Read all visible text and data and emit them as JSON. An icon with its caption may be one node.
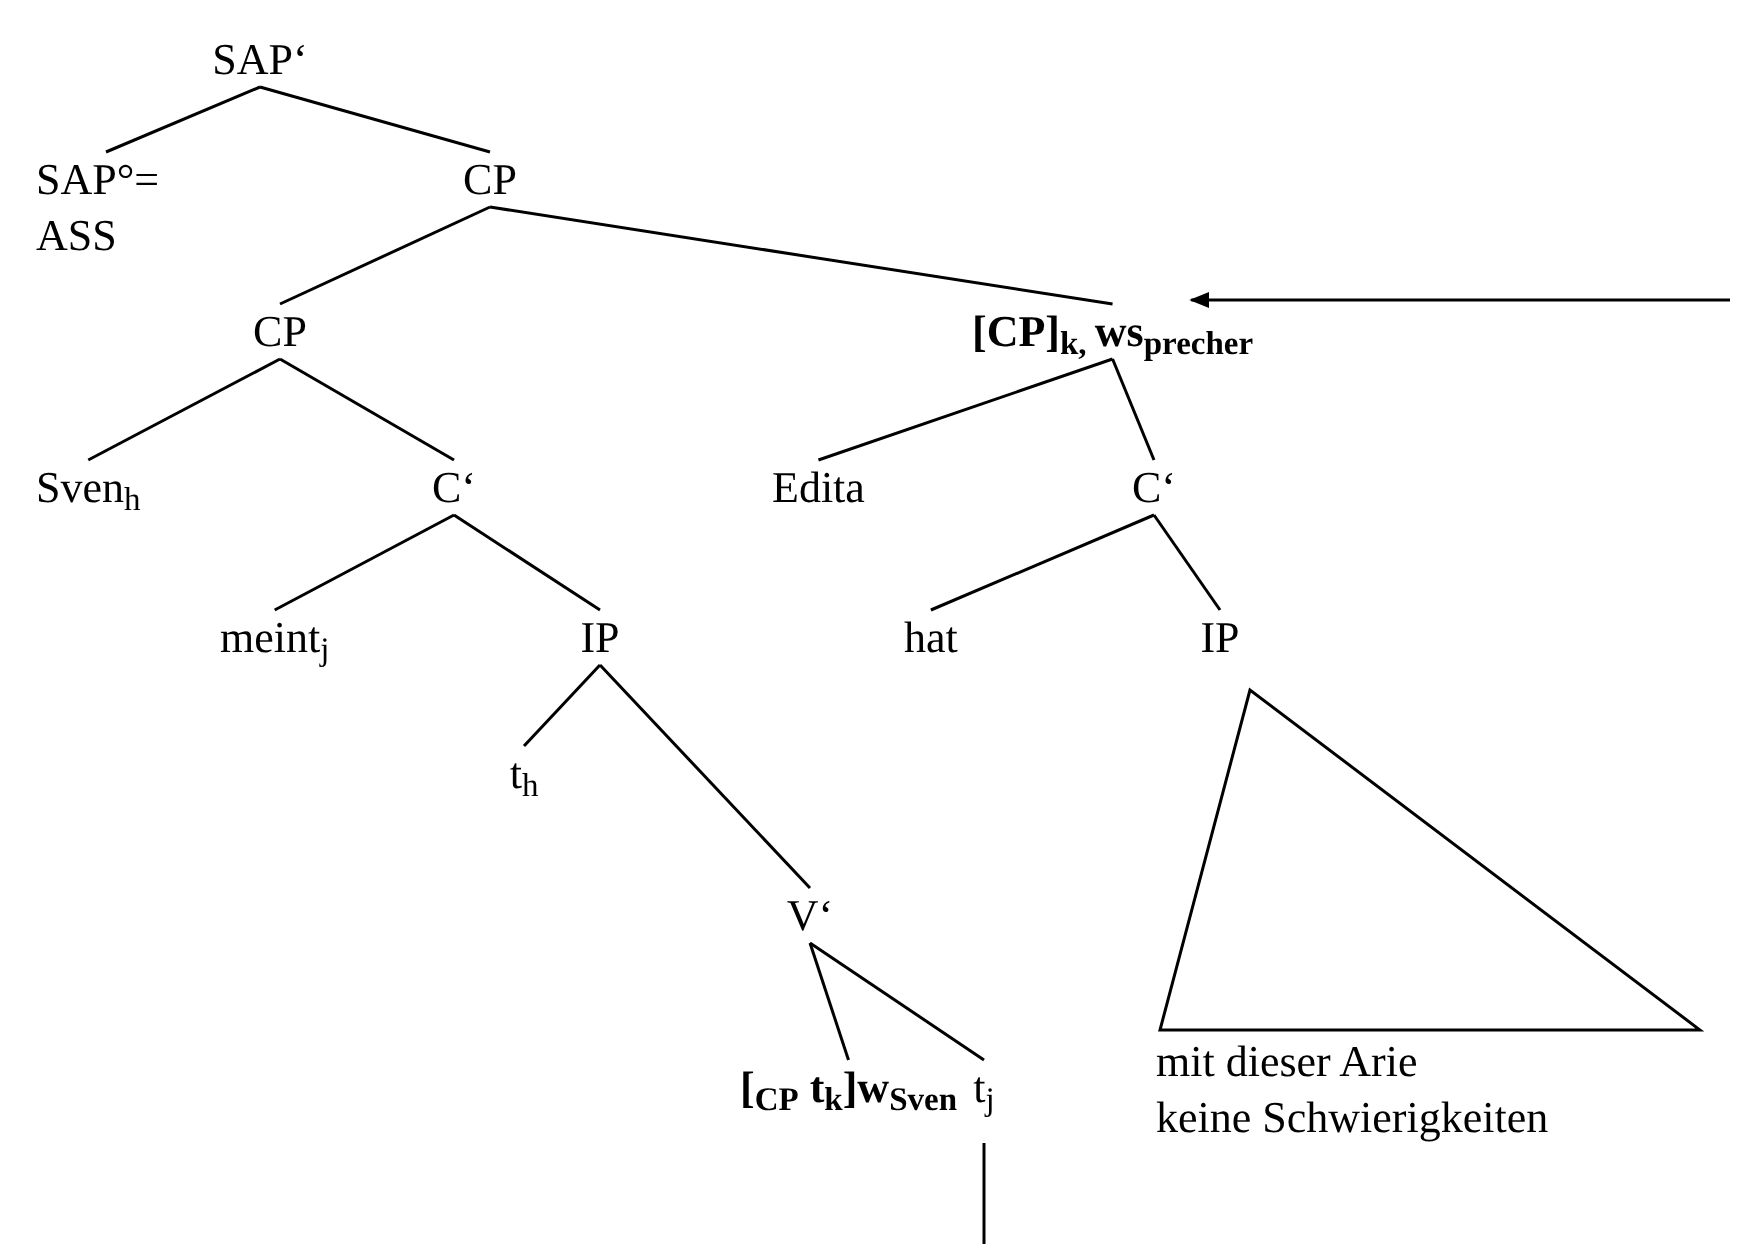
{
  "diagram": {
    "nodes": [
      {
        "text": [
          "SAP‘"
        ]
      },
      {
        "text": [
          "SAP°= ASS"
        ]
      },
      {
        "text": [
          "CP"
        ]
      },
      {
        "text": [
          "CP"
        ]
      },
      {
        "text": [
          "[CP]$_{k, }$ws$_{precher}$"
        ]
      },
      {
        "text": [
          "Sven$_{h}$"
        ]
      },
      {
        "text": [
          "C‘"
        ]
      },
      {
        "text": [
          "Edita"
        ]
      },
      {
        "text": [
          "C‘"
        ]
      },
      {
        "text": [
          "meint$_{j}$"
        ]
      },
      {
        "text": [
          "IP"
        ]
      },
      {
        "text": [
          "hat"
        ]
      },
      {
        "text": [
          "IP"
        ]
      },
      {
        "text": [
          "t$_{h}$"
        ]
      },
      {
        "text": [
          "V‘"
        ]
      },
      {
        "text": [
          "[$_{CP}$ t$_{k}$]w$_{Sven}$"
        ]
      },
      {
        "text": [
          "t$_{j}$"
        ]
      },
      {
        "text": [],
        "shape": "triangle",
        "beside": [
          "mit dieser Arie",
          "keine Schwierigkeiten"
        ]
      }
    ],
    "edges": [
      {
        "from": 0,
        "to": 1,
        "arrow": "none"
      },
      {
        "from": 0,
        "to": 2,
        "arrow": "none"
      },
      {
        "from": 2,
        "to": 3,
        "arrow": "none"
      },
      {
        "from": 2,
        "to": 4,
        "arrow": "none"
      },
      {
        "from": 3,
        "to": 5,
        "arrow": "none"
      },
      {
        "from": 3,
        "to": 6,
        "arrow": "none"
      },
      {
        "from": 4,
        "to": 7,
        "arrow": "none"
      },
      {
        "from": 4,
        "to": 8,
        "arrow": "none"
      },
      {
        "from": 6,
        "to": 9,
        "arrow": "none"
      },
      {
        "from": 6,
        "to": 10,
        "arrow": "none"
      },
      {
        "from": 8,
        "to": 11,
        "arrow": "none"
      },
      {
        "from": 8,
        "to": 12,
        "arrow": "none"
      },
      {
        "from": 10,
        "to": 13,
        "arrow": "none"
      },
      {
        "from": 10,
        "to": 14,
        "arrow": "none"
      },
      {
        "from": 14,
        "to": 15,
        "arrow": "none"
      },
      {
        "from": 14,
        "to": 16,
        "arrow": "none"
      },
      {
        "from": 16,
        "to": null,
        "arrow": "none"
      },
      {
        "from": null,
        "to": 4,
        "arrow": "to"
      }
    ]
  }
}
